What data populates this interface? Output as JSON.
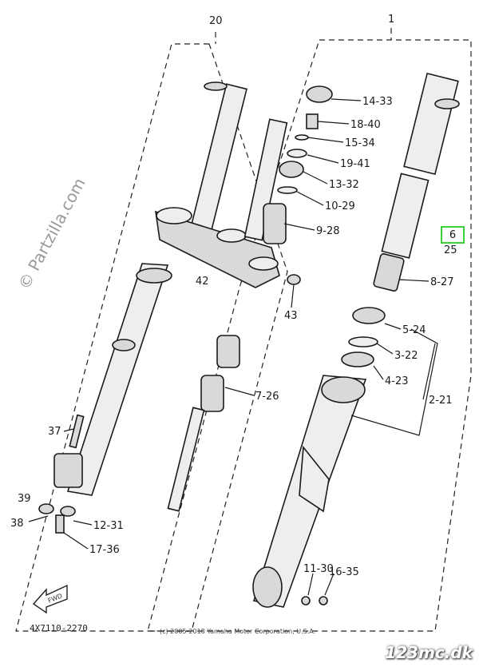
{
  "group_labels": {
    "left_assembly": "20",
    "right_assembly": "1"
  },
  "callouts": {
    "c14_33": "14-33",
    "c18_40": "18-40",
    "c15_34": "15-34",
    "c19_41": "19-41",
    "c13_32": "13-32",
    "c10_29": "10-29",
    "c9_28": "9-28",
    "c8_27": "8-27",
    "c5_24": "5-24",
    "c3_22": "3-22",
    "c4_23": "4-23",
    "c2_21": "2-21",
    "c7_26": "7-26",
    "c42": "42",
    "c43": "43",
    "c37": "37",
    "c39": "39",
    "c38": "38",
    "c12_31": "12-31",
    "c17_36": "17-36",
    "c11_30": "11-30",
    "c16_35": "16-35",
    "c25": "25"
  },
  "selected_part": {
    "label": "6",
    "highlight_color": "#3cd23c"
  },
  "watermark": "© Partzilla.com",
  "diagram_code": "4X7110-2270",
  "copyright": "(c) 2005-2018 Yamaha Motor Corporation, U.S.A.",
  "brand": "123mc.dk",
  "fwd_label": "FWD"
}
